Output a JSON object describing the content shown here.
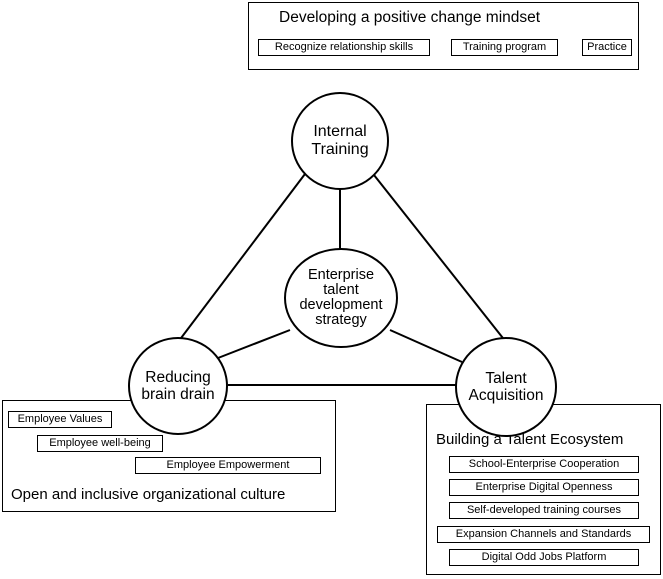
{
  "mindset": {
    "title": "Developing a positive change mindset",
    "steps": [
      "Recognize relationship skills",
      "Training program",
      "Practice"
    ]
  },
  "circles": {
    "internal_training": "Internal\nTraining",
    "center": "Enterprise\ntalent\ndevelopment\nstrategy",
    "brain_drain": "Reducing\nbrain drain",
    "talent_acquisition": "Talent\nAcquisition"
  },
  "culture": {
    "items": [
      "Employee Values",
      "Employee well-being",
      "Employee Empowerment"
    ],
    "caption": "Open and inclusive organizational culture"
  },
  "ecosystem": {
    "title": "Building a Talent Ecosystem",
    "items": [
      "School-Enterprise Cooperation",
      "Enterprise Digital Openness",
      "Self-developed training courses",
      "Expansion Channels and Standards",
      "Digital Odd Jobs Platform"
    ]
  }
}
